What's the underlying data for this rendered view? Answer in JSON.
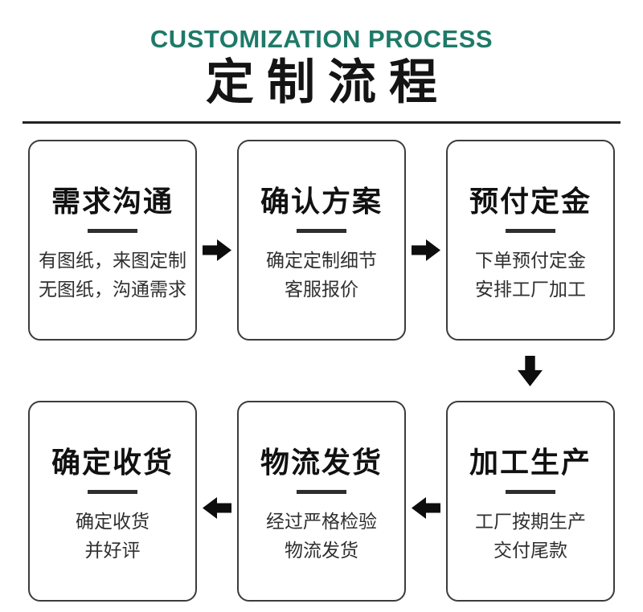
{
  "header": {
    "title_en": "CUSTOMIZATION PROCESS",
    "title_zh": "定制流程"
  },
  "colors": {
    "accent_teal": "#1e7a68",
    "title_ink": "#141414",
    "body_text": "#2f2f2f",
    "card_border": "#3c3c3c",
    "arrow_black": "#0d0d0d"
  },
  "icons": {
    "arrow_right": "arrow-right-icon",
    "arrow_left": "arrow-left-icon",
    "arrow_down": "arrow-down-icon"
  },
  "steps": [
    {
      "id": "requirements",
      "title": "需求沟通",
      "lines": [
        "有图纸，来图定制",
        "无图纸，沟通需求"
      ]
    },
    {
      "id": "confirm-plan",
      "title": "确认方案",
      "lines": [
        "确定定制细节",
        "客服报价"
      ]
    },
    {
      "id": "deposit",
      "title": "预付定金",
      "lines": [
        "下单预付定金",
        "安排工厂加工"
      ]
    },
    {
      "id": "production",
      "title": "加工生产",
      "lines": [
        "工厂按期生产",
        "交付尾款"
      ]
    },
    {
      "id": "shipping",
      "title": "物流发货",
      "lines": [
        "经过严格检验",
        "物流发货"
      ]
    },
    {
      "id": "receipt",
      "title": "确定收货",
      "lines": [
        "确定收货",
        "并好评"
      ]
    }
  ]
}
